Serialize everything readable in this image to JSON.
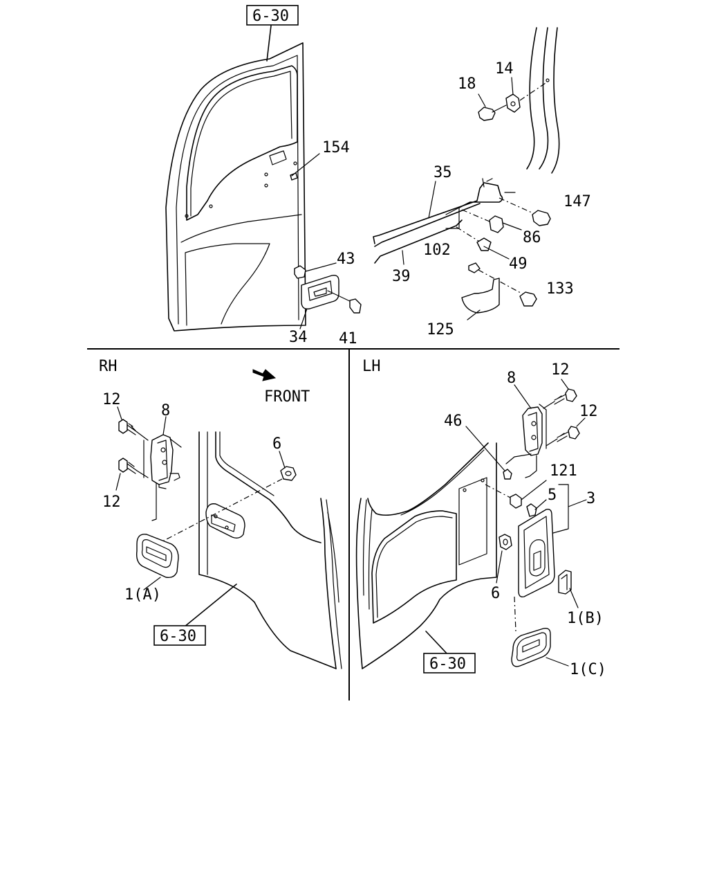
{
  "diagram": {
    "section_labels": {
      "right_hand": "RH",
      "left_hand": "LH",
      "front": "FRONT"
    },
    "references": {
      "top": "6-30",
      "rh": "6-30",
      "lh": "6-30"
    },
    "callouts": {
      "c18": "18",
      "c14": "14",
      "c154": "154",
      "c35": "35",
      "c147": "147",
      "c86": "86",
      "c102": "102",
      "c49": "49",
      "c39": "39",
      "c43": "43",
      "c133": "133",
      "c34": "34",
      "c41": "41",
      "c125": "125",
      "rh_12a": "12",
      "rh_8": "8",
      "rh_12b": "12",
      "rh_6": "6",
      "rh_1a": "1(A)",
      "lh_8": "8",
      "lh_12a": "12",
      "lh_12b": "12",
      "lh_46": "46",
      "lh_121": "121",
      "lh_5": "5",
      "lh_3": "3",
      "lh_6": "6",
      "lh_1b": "1(B)",
      "lh_1c": "1(C)"
    }
  }
}
